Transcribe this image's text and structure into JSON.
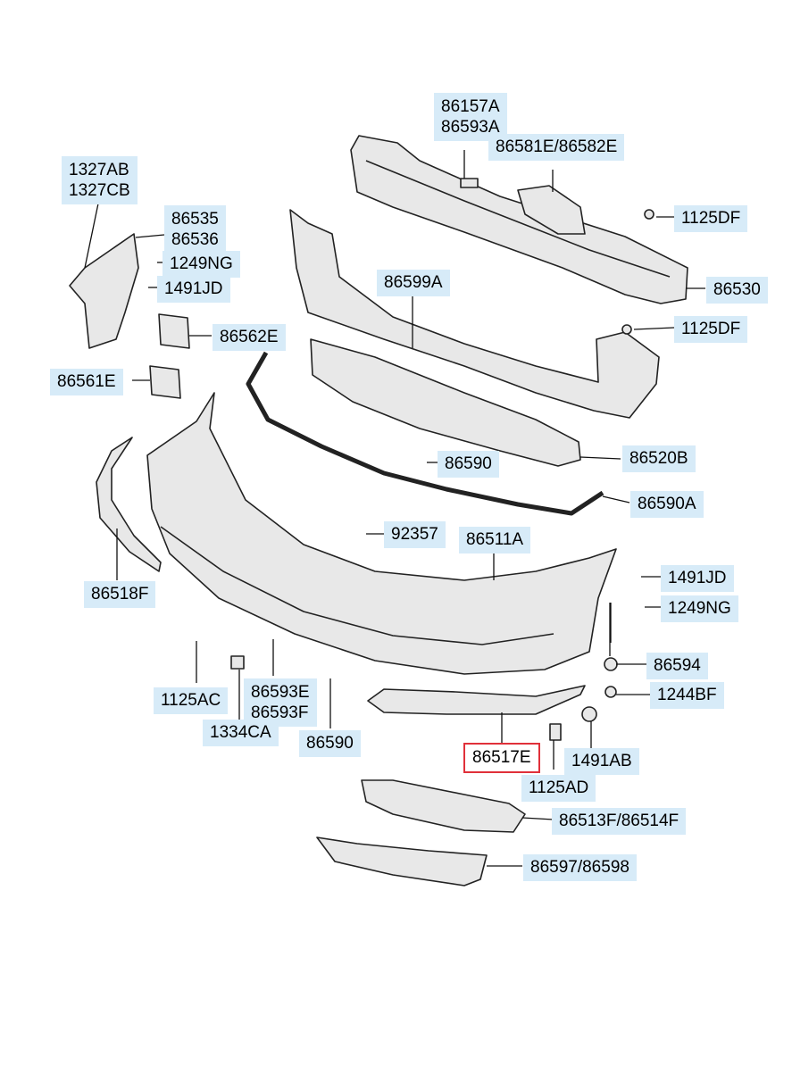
{
  "diagram": {
    "highlight_color": "#e0303a",
    "label_bg": "#d7ebf8",
    "labels": {
      "p86157A": "86157A",
      "p86593A": "86593A",
      "p86581E": "86581E/86582E",
      "p1327AB": "1327AB",
      "p1327CB": "1327CB",
      "p86535": "86535",
      "p86536": "86536",
      "p1249NG_top": "1249NG",
      "p1491JD_top": "1491JD",
      "p1125DF_top": "1125DF",
      "p86530": "86530",
      "p86599A": "86599A",
      "p1125DF_mid": "1125DF",
      "p86562E": "86562E",
      "p86561E": "86561E",
      "p86590_upper": "86590",
      "p86520B": "86520B",
      "p86590A": "86590A",
      "p92357": "92357",
      "p86511A": "86511A",
      "p86518F": "86518F",
      "p1491JD_right": "1491JD",
      "p1249NG_right": "1249NG",
      "p86594": "86594",
      "p1244BF": "1244BF",
      "p1125AC": "1125AC",
      "p86593E": "86593E",
      "p86593F": "86593F",
      "p1334CA": "1334CA",
      "p86590_lower": "86590",
      "p86517E": "86517E",
      "p1491AB": "1491AB",
      "p1125AD": "1125AD",
      "p86513F": "86513F/86514F",
      "p86597": "86597/86598"
    }
  }
}
